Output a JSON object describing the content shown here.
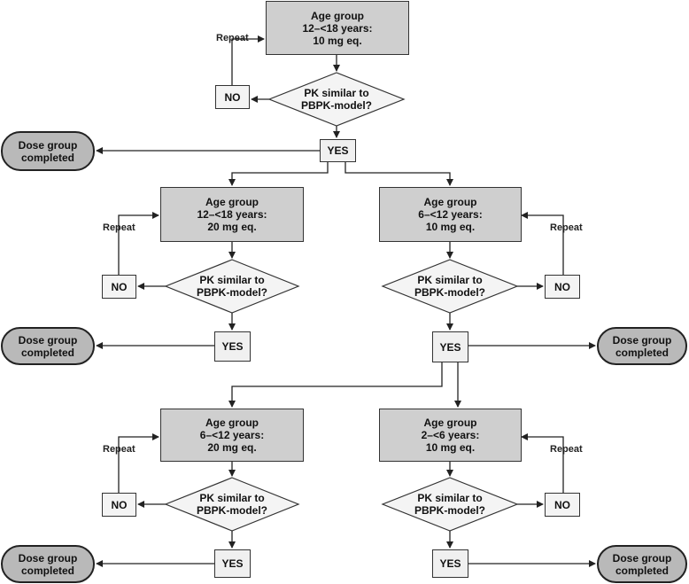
{
  "nodes": {
    "age_box_1": {
      "title": "Age group",
      "range": "12–<18 years:",
      "dose": "10 mg eq."
    },
    "age_box_2": {
      "title": "Age group",
      "range": "12–<18 years:",
      "dose": "20 mg eq."
    },
    "age_box_3": {
      "title": "Age group",
      "range": "6–<12 years:",
      "dose": "10 mg eq."
    },
    "age_box_4": {
      "title": "Age group",
      "range": "6–<12 years:",
      "dose": "20 mg eq."
    },
    "age_box_5": {
      "title": "Age group",
      "range": "2–<6 years:",
      "dose": "10 mg eq."
    },
    "decision": {
      "line1": "PK similar to",
      "line2": "PBPK-model?"
    },
    "yes_label": "YES",
    "no_label": "NO",
    "repeat_label": "Repeat",
    "completed": {
      "line1": "Dose group",
      "line2": "completed"
    }
  }
}
